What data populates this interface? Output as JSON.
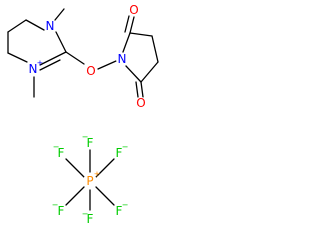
{
  "molecule": {
    "atoms": {
      "n_top": {
        "symbol": "N",
        "color": "#0000ff"
      },
      "n_bottom": {
        "symbol": "N",
        "charge": "+",
        "color": "#0000ff"
      },
      "n_ring": {
        "symbol": "N",
        "color": "#0000ff"
      },
      "o_link": {
        "symbol": "O",
        "color": "#ff0000"
      },
      "o_top": {
        "symbol": "O",
        "color": "#ff0000"
      },
      "o_bottom": {
        "symbol": "O",
        "color": "#ff0000"
      }
    },
    "bond_color": "#000000"
  },
  "counter_ion": {
    "p": {
      "symbol": "P",
      "charge": "+",
      "color": "#ff8c00"
    },
    "fluorines": [
      {
        "symbol": "F",
        "charge": "−",
        "color": "#00cc00"
      },
      {
        "symbol": "F",
        "charge": "−",
        "color": "#00cc00"
      },
      {
        "symbol": "F",
        "charge": "−",
        "color": "#00cc00"
      },
      {
        "symbol": "F",
        "charge": "−",
        "color": "#00cc00"
      },
      {
        "symbol": "F",
        "charge": "−",
        "color": "#00cc00"
      },
      {
        "symbol": "F",
        "charge": "−",
        "color": "#00cc00"
      }
    ]
  }
}
